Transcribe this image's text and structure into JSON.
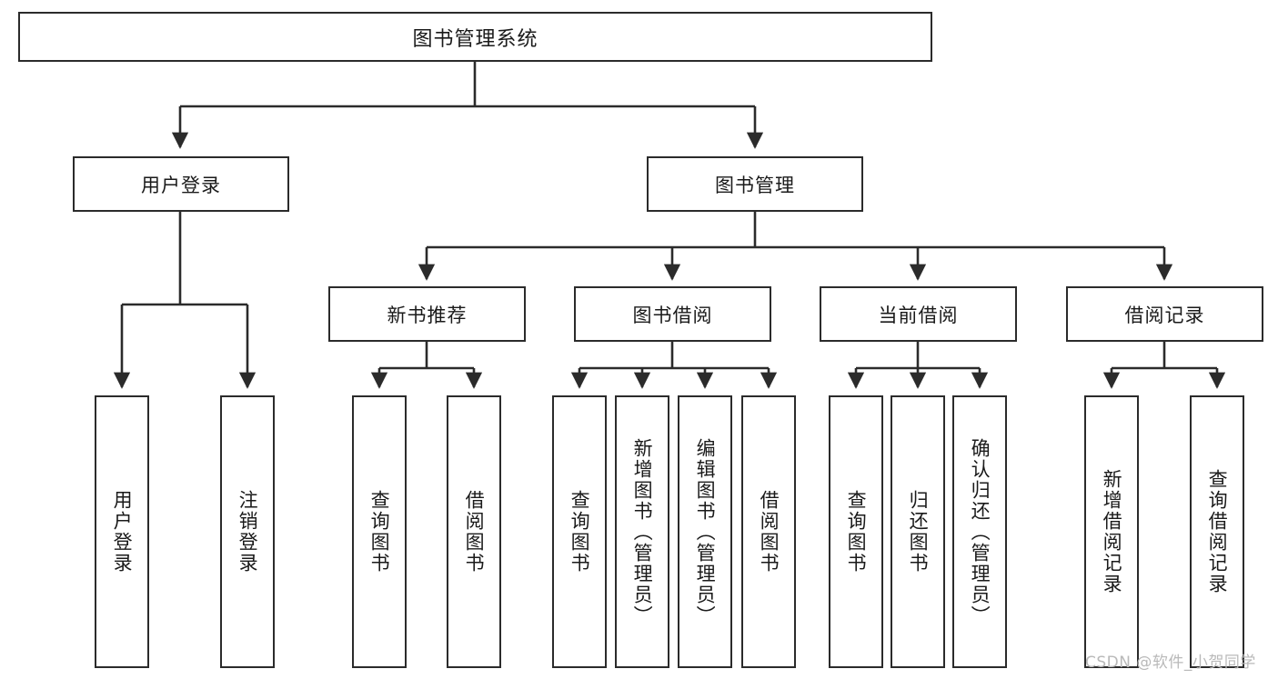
{
  "diagram": {
    "type": "hierarchy-tree",
    "title": "图书管理系统",
    "background_color": "#ffffff",
    "line_color": "#2b2b2b",
    "box_fill": "#ffffff",
    "text_color": "#1a1a1a"
  },
  "root": {
    "label": "图书管理系统"
  },
  "level2": [
    {
      "label": "用户登录"
    },
    {
      "label": "图书管理"
    }
  ],
  "level3": [
    {
      "label": "新书推荐"
    },
    {
      "label": "图书借阅"
    },
    {
      "label": "当前借阅"
    },
    {
      "label": "借阅记录"
    }
  ],
  "leaves": {
    "user_login": [
      {
        "label": "用户登录"
      },
      {
        "label": "注销登录"
      }
    ],
    "new_book": [
      {
        "label": "查询图书"
      },
      {
        "label": "借阅图书"
      }
    ],
    "book_borrow": [
      {
        "label": "查询图书"
      },
      {
        "label": "新增图书（管理员）"
      },
      {
        "label": "编辑图书（管理员）"
      },
      {
        "label": "借阅图书"
      }
    ],
    "current_borrow": [
      {
        "label": "查询图书"
      },
      {
        "label": "归还图书"
      },
      {
        "label": "确认归还（管理员）"
      }
    ],
    "borrow_record": [
      {
        "label": "新增借阅记录"
      },
      {
        "label": "查询借阅记录"
      }
    ]
  },
  "watermark": {
    "text": "CSDN @软件_小贺同学",
    "color": "#b9b9b9"
  }
}
